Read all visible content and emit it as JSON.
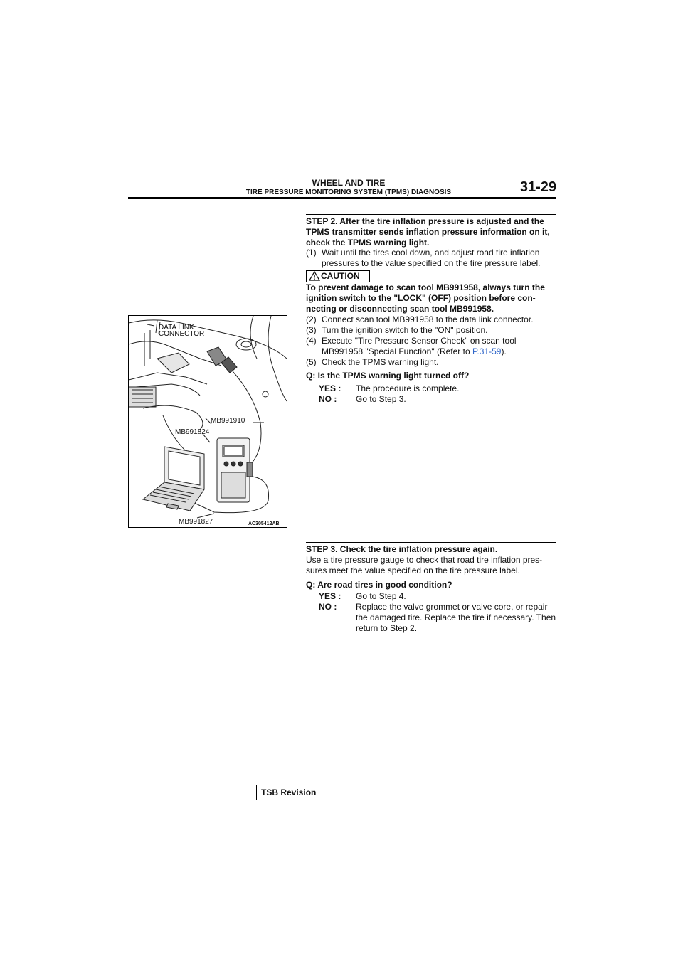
{
  "header": {
    "section_title": "WHEEL AND TIRE",
    "subtitle": "TIRE PRESSURE MONITORING SYSTEM (TPMS) DIAGNOSIS",
    "page_number": "31-29"
  },
  "figure": {
    "labels": {
      "dlc_line1": "DATA LINK",
      "dlc_line2": "CONNECTOR",
      "mb991910": "MB991910",
      "mb991824": "MB991824",
      "mb991827": "MB991827",
      "code": "AC305412AB"
    }
  },
  "step2": {
    "heading": "STEP 2. After the tire inflation pressure is adjusted and the TPMS transmitter sends inflation pressure information on it, check the TPMS warning light.",
    "item1_num": "(1)",
    "item1_text": "Wait until the tires cool down, and adjust road tire inflation pressures to the value specified on the tire pressure label.",
    "caution_label": "CAUTION",
    "caution_text": "To prevent damage to scan tool MB991958, always turn the ignition switch to the \"LOCK\" (OFF) position before con-necting or disconnecting scan tool MB991958.",
    "item2_num": "(2)",
    "item2_text": "Connect scan tool MB991958 to the data link connector.",
    "item3_num": "(3)",
    "item3_text": "Turn the ignition switch to the \"ON\" position.",
    "item4_num": "(4)",
    "item4_text_a": "Execute \"Tire Pressure Sensor Check\" on scan tool MB991958 \"Special Function\" (Refer to ",
    "item4_link": "P.31-59",
    "item4_text_b": ").",
    "item5_num": "(5)",
    "item5_text": "Check the TPMS warning light.",
    "question": "Q: Is the TPMS warning light turned off?",
    "yes_label": "YES :",
    "yes_text": "The procedure is complete.",
    "no_label": "NO :",
    "no_text": "Go to Step 3."
  },
  "step3": {
    "heading": "STEP 3. Check the tire inflation pressure again.",
    "body": "Use a tire pressure gauge to check that road tire inflation pres-sures meet the value specified on the tire pressure label.",
    "question": "Q: Are road tires in good condition?",
    "yes_label": "YES :",
    "yes_text": "Go to Step 4.",
    "no_label": "NO :",
    "no_text": "Replace the valve grommet or valve core, or repair the damaged tire. Replace the tire if necessary. Then return to Step 2."
  },
  "footer": {
    "tsb_label": "TSB Revision"
  }
}
